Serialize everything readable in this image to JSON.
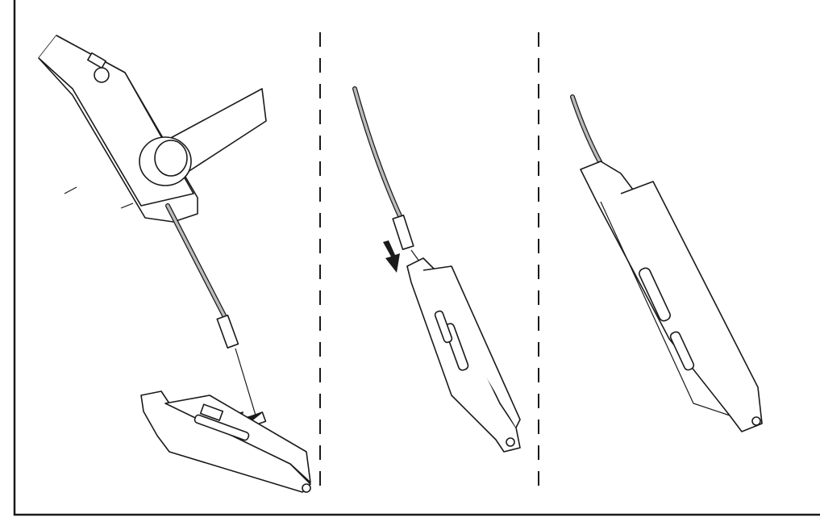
{
  "diagram": {
    "panels": [
      "attach-cable-to-lever",
      "insert-cable-into-latch",
      "cable-installed"
    ],
    "colors": {
      "line": "#1a1a1a",
      "background": "#ffffff",
      "cable_fill": "#bbbbbb"
    }
  }
}
